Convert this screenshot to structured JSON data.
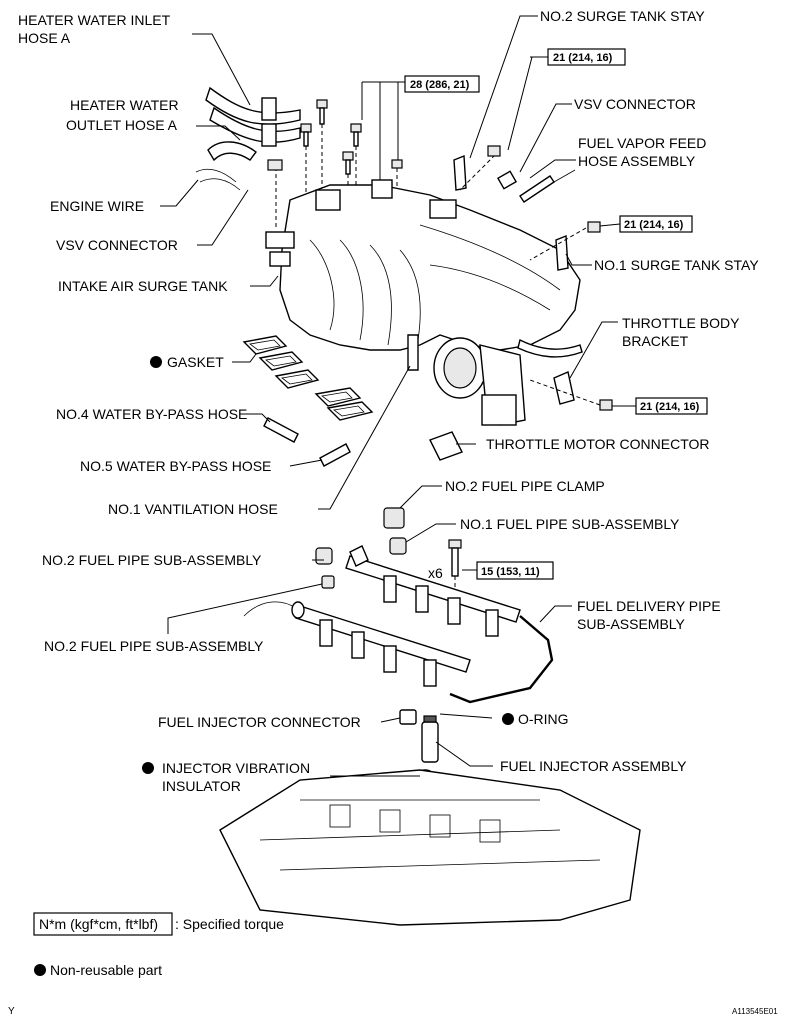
{
  "labels": {
    "heater_inlet_1": "HEATER WATER INLET",
    "heater_inlet_2": "HOSE A",
    "heater_outlet_1": "HEATER WATER",
    "heater_outlet_2": "OUTLET HOSE A",
    "engine_wire": "ENGINE WIRE",
    "vsv_connector_left": "VSV CONNECTOR",
    "intake_air_surge_tank": "INTAKE AIR SURGE TANK",
    "gasket": "GASKET",
    "no4_water_bypass": "NO.4 WATER BY-PASS HOSE",
    "no5_water_bypass": "NO.5 WATER BY-PASS HOSE",
    "no1_ventilation": "NO.1 VANTILATION HOSE",
    "no2_surge_tank_stay": "NO.2 SURGE TANK STAY",
    "vsv_connector_right": "VSV CONNECTOR",
    "fuel_vapor_1": "FUEL VAPOR FEED",
    "fuel_vapor_2": "HOSE ASSEMBLY",
    "no1_surge_tank_stay": "NO.1 SURGE TANK STAY",
    "throttle_bracket_1": "THROTTLE BODY",
    "throttle_bracket_2": "BRACKET",
    "throttle_motor_connector": "THROTTLE MOTOR CONNECTOR",
    "no2_fuel_pipe_clamp": "NO.2 FUEL PIPE CLAMP",
    "no1_fuel_pipe_sub": "NO.1 FUEL PIPE SUB-ASSEMBLY",
    "no2_fuel_pipe_sub_upper": "NO.2 FUEL PIPE SUB-ASSEMBLY",
    "no2_fuel_pipe_sub_lower": "NO.2 FUEL PIPE SUB-ASSEMBLY",
    "fuel_delivery_1": "FUEL DELIVERY PIPE",
    "fuel_delivery_2": "SUB-ASSEMBLY",
    "fuel_injector_connector": "FUEL INJECTOR CONNECTOR",
    "o_ring": "O-RING",
    "fuel_injector_assembly": "FUEL INJECTOR ASSEMBLY",
    "injector_insulator_1": "INJECTOR VIBRATION",
    "injector_insulator_2": "INSULATOR",
    "quantity": "x6"
  },
  "torques": {
    "intake_bolts": "28 (286, 21)",
    "no2_stay_bolt": "21 (214, 16)",
    "no1_stay_bolt": "21 (214, 16)",
    "bracket_bolt": "21 (214, 16)",
    "delivery_pipe_bolt": "15 (153, 11)"
  },
  "legend": {
    "torque_box": "N*m (kgf*cm, ft*lbf)",
    "torque_text": ": Specified torque",
    "nonreusable_text": "Non-reusable part"
  },
  "footer": {
    "left_mark": "Y",
    "figure_id": "A113545E01"
  }
}
